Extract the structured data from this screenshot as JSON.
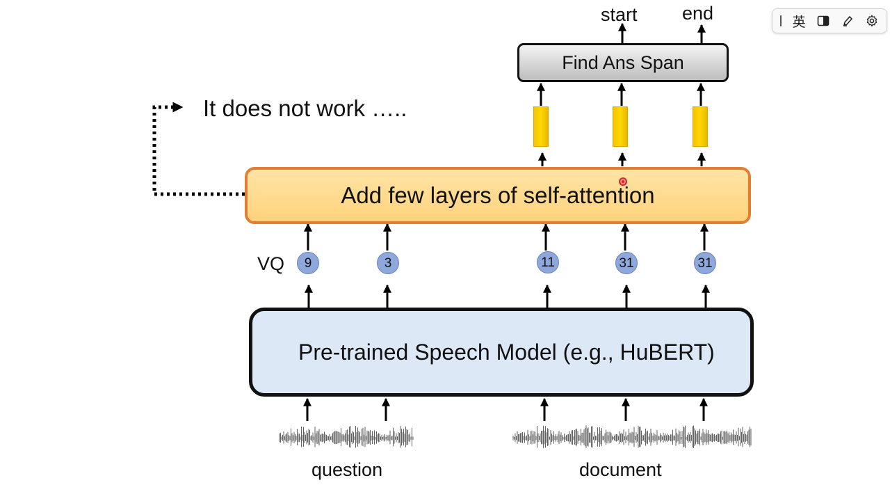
{
  "outputs": {
    "start": "start",
    "end": "end"
  },
  "find_span": {
    "label": "Find Ans Span"
  },
  "note": {
    "text": "It does not work ….."
  },
  "attention": {
    "label": "Add few layers of self-attention"
  },
  "vq": {
    "label": "VQ",
    "tokens": [
      "9",
      "3",
      "11",
      "31",
      "31"
    ]
  },
  "speech_model": {
    "label": "Pre-trained Speech Model (e.g., HuBERT)"
  },
  "inputs": {
    "question": "question",
    "document": "document"
  },
  "ime_toolbar": {
    "language": "英"
  },
  "colors": {
    "attention_border": "#e37d31",
    "attention_fill": "#ffd27c",
    "speech_fill": "#dce8f5",
    "token_fill": "#8fa8dc",
    "hidden_vector": "#ffd700"
  }
}
